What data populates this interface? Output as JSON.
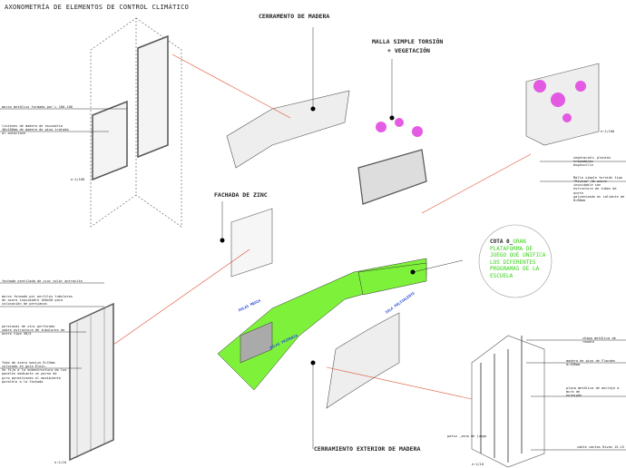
{
  "title": "AXONOMETRÍA DE ELEMENTOS DE CONTROL CLIMÁTICO",
  "headings": {
    "cerramiento_madera": "CERRAMENTO DE MADERA",
    "malla": "MALLA SIMPLE TORSIÓN",
    "vegetacion": "+ VEGETACIÓN",
    "fachada_zinc": "FACHADA DE ZINC",
    "cerramiento_exterior": "CERRAMIENTO EXTERIOR DE MADERA"
  },
  "cota": {
    "prefix": "COTA 0_",
    "text": "GRAN PLATAFORMA DE JUEGO QUE UNIFICA LOS DIFERENTES PROGRAMAS DE LA ESCUELA"
  },
  "zones": {
    "aulas_media": "AULAS MEDIA",
    "aulas_primaria": "AULAS PRIMARIA",
    "sala": "SALA POLIVALENTE"
  },
  "notes": {
    "marco": "marco metálico formado por L 100.100",
    "listones": "listones de madera de escuadría\n40x100mm de madera de pino tratada\nal autoclave",
    "scale1": "e:1/100",
    "fachada_ventilada": "fachada ventilada de zinc color antracita",
    "marco_perfiles": "marco formado por perfiles tubulares\nde acero inoxidable 100x50 para\ncolocación de persianas",
    "persianas": "persianas de zinc perforado\nsobre estructura de tubulares de\nacero tipo 40/4",
    "tubo": "Tubo de acero macizo D=15mm\ncolocado en guía Klein.\nSe fija a la subestructura de los\npaneles mediante un perno de\ngiro permitiendo el movimiento\nparalelo a la fachada",
    "scale2": "e:1/10",
    "scale3": "e:1/100",
    "vegetacion_nota": "vegetación: plantas trepadoras\nbuganvilla",
    "malla_nota": "Malla simple torsión tipo\n\"Rivisa\" de acero inoxidable con\nestructura de tubos de acero\ngalvanizado en caliente de\nD=80mm",
    "chapa": "chapa metálica de remate",
    "madera_pino": "madera de pino de Flandes d=100mm",
    "placa": "placa metálica de anclaje a muro de\nhormigón",
    "cable": "cable cantos Rivas 15.15",
    "patio": "patio _zona de juego",
    "scale4": "e:1/10"
  },
  "colors": {
    "green": "#7ef23a",
    "magenta": "#e040e0",
    "red": "#e05030",
    "blue": "#2a4fd8"
  }
}
